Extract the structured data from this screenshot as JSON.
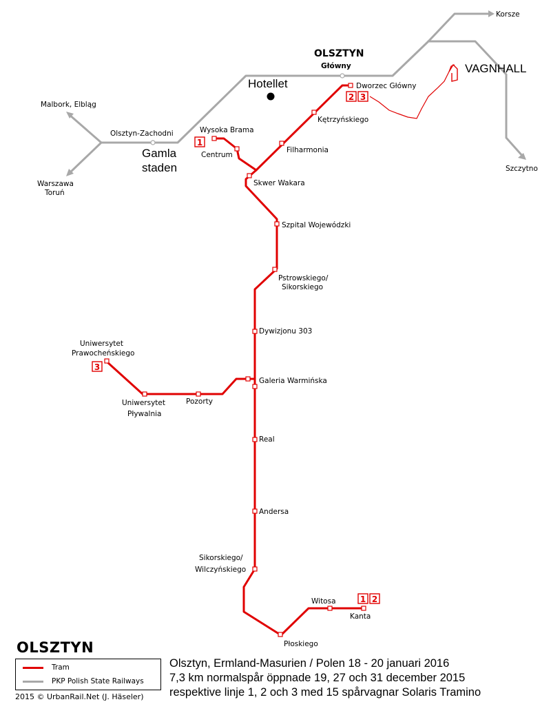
{
  "map": {
    "city_title": "OLSZTYN",
    "main_station_line1": "OLSZTYN",
    "main_station_line2": "Główny",
    "railway_labels": {
      "korsze": "Korsze",
      "szczytno": "Szczytno",
      "malbork": "Malbork, Elbląg",
      "warszawa": "Warszawa",
      "torun": "Toruń",
      "zachodni": "Olsztyn-Zachodni"
    },
    "annotations": {
      "hotel": "Hotellet",
      "old_town_1": "Gamla",
      "old_town_2": "staden",
      "depot": "VAGNHALL"
    },
    "tram_stops": {
      "dworzec": "Dworzec Główny",
      "ketrzynskiego": "Kętrzyńskiego",
      "filharmonia": "Filharmonia",
      "wysoka_brama": "Wysoka Brama",
      "centrum": "Centrum",
      "skwer": "Skwer Wakara",
      "szpital": "Szpital Wojewódzki",
      "pstrowskiego_1": "Pstrowskiego/",
      "pstrowskiego_2": "Sikorskiego",
      "dywizjonu": "Dywizjonu 303",
      "uniw_praw_1": "Uniwersytet",
      "uniw_praw_2": "Prawocheńskiego",
      "galeria": "Galeria Warmińska",
      "uniw_plyw_1": "Uniwersytet",
      "uniw_plyw_2": "Pływalnia",
      "pozorty": "Pozorty",
      "real": "Real",
      "andersa": "Andersa",
      "sikorskiego_1": "Sikorskiego/",
      "sikorskiego_2": "Wilczyńskiego",
      "witosa": "Witosa",
      "kanta": "Kanta",
      "ploskiego": "Płoskiego"
    },
    "line_badges": {
      "wysoka_brama": [
        "1"
      ],
      "dworzec": [
        "2",
        "3"
      ],
      "uniw_praw": [
        "3"
      ],
      "kanta": [
        "1",
        "2"
      ]
    },
    "colors": {
      "tram": "#e00000",
      "railway": "#a8a8a8"
    }
  },
  "legend": {
    "title": "OLSZTYN",
    "tram_label": "Tram",
    "rail_label": "PKP Polish State Railways",
    "credit": "2015 © UrbanRail.Net (J. Häseler)"
  },
  "caption": {
    "line1": "Olsztyn, Ermland-Masurien / Polen 18 - 20 januari 2016",
    "line2": "7,3 km normalspår öppnade 19, 27 och 31 december 2015",
    "line3": "respektive linje 1, 2 och 3 med 15 spårvagnar Solaris Tramino"
  }
}
